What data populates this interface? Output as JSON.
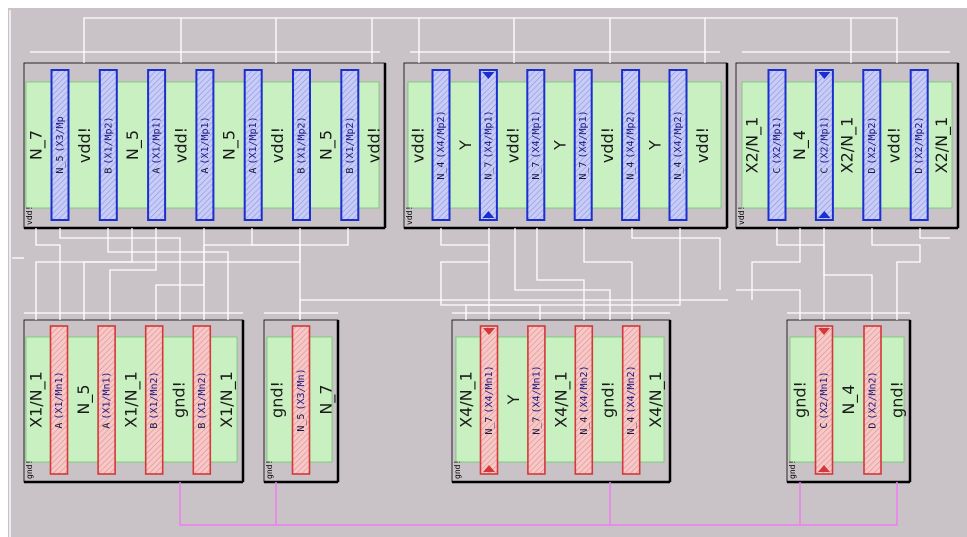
{
  "colors": {
    "background": "#c9c3c8",
    "diffusion": "#c8f0c0",
    "pmos_gate": "#1a2fd0",
    "nmos_gate": "#d43838",
    "routing_white": "#ffffff",
    "routing_magenta": "#f07cf0"
  },
  "cells": [
    {
      "id": "p1",
      "type": "pmos",
      "rail": "vdd!",
      "diffusion": [
        "N_7",
        "vdd!",
        "N_5",
        "vdd!",
        "N_5",
        "vdd!",
        "N_5",
        "vdd!"
      ],
      "gates": [
        {
          "net": "N_5",
          "inst": "(X3/Mp"
        },
        {
          "net": "B",
          "inst": "(X1/Mp2)"
        },
        {
          "net": "A",
          "inst": "(X1/Mp1)"
        },
        {
          "net": "A",
          "inst": "(X1/Mp1)"
        },
        {
          "net": "A",
          "inst": "(X1/Mp1)"
        },
        {
          "net": "B",
          "inst": "(X1/Mp2)"
        },
        {
          "net": "B",
          "inst": "(X1/Mp2)"
        }
      ]
    },
    {
      "id": "p2",
      "type": "pmos",
      "rail": "vdd!",
      "diffusion": [
        "vdd!",
        "Y",
        "vdd!",
        "Y",
        "vdd!",
        "Y",
        "vdd!"
      ],
      "gates": [
        {
          "net": "N_4",
          "inst": "(X4/Mp2)"
        },
        {
          "net": "N_7",
          "inst": "(X4/Mp1)"
        },
        {
          "net": "N_7",
          "inst": "(X4/Mp1)"
        },
        {
          "net": "N_7",
          "inst": "(X4/Mp1)"
        },
        {
          "net": "N_4",
          "inst": "(X4/Mp2)"
        },
        {
          "net": "N_4",
          "inst": "(X4/Mp2)"
        }
      ]
    },
    {
      "id": "p3",
      "type": "pmos",
      "rail": "vdd!",
      "diffusion": [
        "X2/N_1",
        "N_4",
        "X2/N_1",
        "vdd!",
        "X2/N_1"
      ],
      "gates": [
        {
          "net": "C",
          "inst": "(X2/Mp1)"
        },
        {
          "net": "C",
          "inst": "(X2/Mp1)"
        },
        {
          "net": "D",
          "inst": "(X2/Mp2)"
        },
        {
          "net": "D",
          "inst": "(X2/Mp2)"
        }
      ]
    },
    {
      "id": "n1",
      "type": "nmos",
      "rail": "gnd!",
      "diffusion": [
        "X1/N_1",
        "N_5",
        "X1/N_1",
        "gnd!",
        "X1/N_1"
      ],
      "gates": [
        {
          "net": "A",
          "inst": "(X1/Mn1)"
        },
        {
          "net": "A",
          "inst": "(X1/Mn1)"
        },
        {
          "net": "B",
          "inst": "(X1/Mn2)"
        },
        {
          "net": "B",
          "inst": "(X1/Mn2)"
        }
      ]
    },
    {
      "id": "n2",
      "type": "nmos",
      "rail": "gnd!",
      "diffusion": [
        "gnd!",
        "N_7"
      ],
      "gates": [
        {
          "net": "N_5",
          "inst": "(X3/Mn)"
        }
      ]
    },
    {
      "id": "n3",
      "type": "nmos",
      "rail": "gnd!",
      "diffusion": [
        "X4/N_1",
        "Y",
        "X4/N_1",
        "gnd!",
        "X4/N_1"
      ],
      "gates": [
        {
          "net": "N_7",
          "inst": "(X4/Mn1)"
        },
        {
          "net": "N_7",
          "inst": "(X4/Mn1)"
        },
        {
          "net": "N_4",
          "inst": "(X4/Mn2)"
        },
        {
          "net": "N_4",
          "inst": "(X4/Mn2)"
        }
      ]
    },
    {
      "id": "n4",
      "type": "nmos",
      "rail": "gnd!",
      "diffusion": [
        "gnd!",
        "N_4",
        "gnd!"
      ],
      "gates": [
        {
          "net": "C",
          "inst": "(X2/Mn1)"
        },
        {
          "net": "D",
          "inst": "(X2/Mn2)"
        }
      ]
    }
  ]
}
